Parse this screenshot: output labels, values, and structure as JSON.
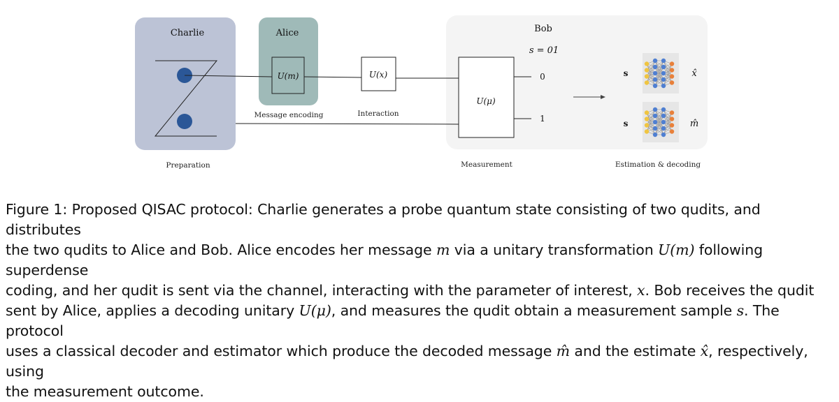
{
  "diagram": {
    "charlie_label": "Charlie",
    "alice_label": "Alice",
    "bob_label": "Bob",
    "alice_gate": "U(m)",
    "interaction_gate": "U(x)",
    "bob_gate": "U(μ)",
    "measurement_result": "s = 01",
    "output_0": "0",
    "output_1": "1",
    "input_s_top": "s",
    "input_s_bottom": "s",
    "estimate_label": "x̂",
    "decoded_label": "m̂",
    "message_encoding_label": "Message encoding",
    "interaction_label": "Interaction",
    "preparation_label": "Preparation",
    "measurement_label": "Measurement",
    "estimation_label": "Estimation & decoding",
    "colors": {
      "charlie_box": "#bcc3d6",
      "alice_box": "#9fbab8",
      "bob_box": "#f4f4f4",
      "qudit": "#2b5797",
      "nn_blue": "#4f7fd1",
      "nn_orange": "#e8803a",
      "nn_yellow": "#f0c541"
    }
  },
  "caption": {
    "line1": "Figure 1: Proposed QISAC protocol: Charlie generates a probe quantum state consisting of two qudits, and distributes",
    "line2_a": "the two qudits to Alice and Bob. Alice encodes her message ",
    "line2_m": "m",
    "line2_b": " via a unitary transformation ",
    "line2_U": "U(m)",
    "line2_c": " following superdense",
    "line3_a": "coding, and her qudit is sent via the channel, interacting with the parameter of interest, ",
    "line3_x": "x",
    "line3_b": ". Bob receives the qudit",
    "line4_a": "sent by Alice, applies a decoding unitary ",
    "line4_U": "U(μ)",
    "line4_b": ", and measures the qudit obtain a measurement sample ",
    "line4_s": "s",
    "line4_c": ". The protocol",
    "line5_a": "uses a classical decoder and estimator which produce the decoded message ",
    "line5_m": "m̂",
    "line5_b": " and the estimate ",
    "line5_x": "x̂",
    "line5_c": ", respectively, using",
    "line6": "the measurement outcome."
  }
}
